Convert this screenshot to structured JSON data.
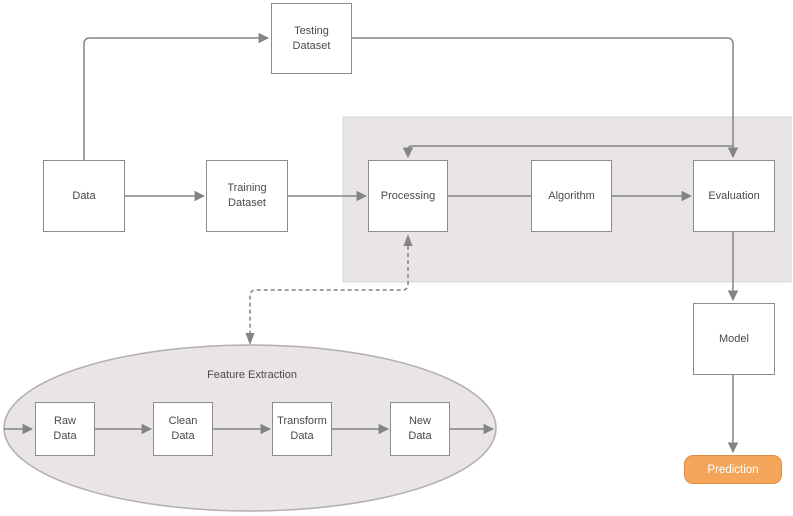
{
  "diagram": {
    "title": "Machine learning workflow diagram",
    "nodes": {
      "data": {
        "lines": [
          "Data"
        ]
      },
      "testing": {
        "lines": [
          "Testing",
          "Dataset"
        ]
      },
      "training": {
        "lines": [
          "Training",
          "Dataset"
        ]
      },
      "processing": {
        "lines": [
          "Processing"
        ]
      },
      "algorithm": {
        "lines": [
          "Algorithm"
        ]
      },
      "evaluation": {
        "lines": [
          "Evaluation"
        ]
      },
      "model": {
        "lines": [
          "Model"
        ]
      },
      "prediction": {
        "lines": [
          "Prediction"
        ]
      },
      "raw": {
        "lines": [
          "Raw",
          "Data"
        ]
      },
      "clean": {
        "lines": [
          "Clean",
          "Data"
        ]
      },
      "transform": {
        "lines": [
          "Transform",
          "Data"
        ]
      },
      "new": {
        "lines": [
          "New",
          "Data"
        ]
      }
    },
    "regions": {
      "pipeline": {
        "label": ""
      },
      "feature_extraction": {
        "label": "Feature Extraction"
      }
    },
    "edges": [
      "Data -> Training Dataset",
      "Data -> Testing Dataset",
      "Testing Dataset -> Evaluation",
      "Testing Dataset branch -> Processing",
      "Training Dataset -> Processing",
      "Processing - Algorithm",
      "Algorithm -> Evaluation",
      "Evaluation -> Model",
      "Model -> Prediction",
      "Processing <..> Feature Extraction (dashed, both ends)",
      "ellipse edge -> Raw Data",
      "Raw Data -> Clean Data",
      "Clean Data -> Transform Data",
      "Transform Data -> New Data",
      "New Data -> ellipse edge"
    ]
  },
  "colors": {
    "line-gray": "#848484",
    "box-border": "#8c8c8c",
    "text-color": "#4a4a4a",
    "region-fill": "#e8e4e7",
    "region-border": "#d9d4d8",
    "ellipse-border": "#b2aeb1",
    "prediction-fill": "#f4a55a",
    "prediction-border": "#df8d42",
    "prediction-text": "#ffffff"
  }
}
